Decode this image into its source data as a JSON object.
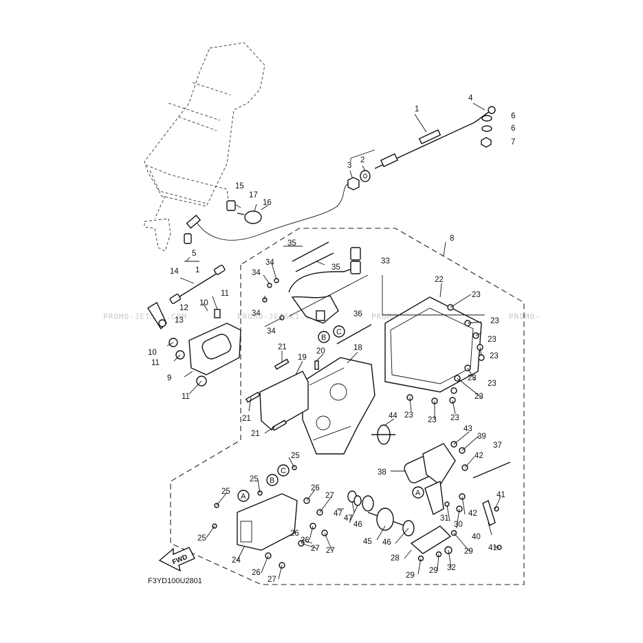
{
  "diagram_code": "F3YD100U2801",
  "fwd_label": "FWD",
  "watermarks": [
    "PROMO-JETSKI.COM",
    "PROMO-JETSKI.COM",
    "PROMO-JETSKI.COM",
    "PROMO-"
  ],
  "ref_letters": [
    "A",
    "B",
    "C"
  ],
  "callouts": [
    {
      "id": "c1",
      "label": "1"
    },
    {
      "id": "c2",
      "label": "2"
    },
    {
      "id": "c3",
      "label": "3"
    },
    {
      "id": "c4",
      "label": "4"
    },
    {
      "id": "c5",
      "label": "5"
    },
    {
      "id": "c5b",
      "label": "1"
    },
    {
      "id": "c6a",
      "label": "6"
    },
    {
      "id": "c6b",
      "label": "6"
    },
    {
      "id": "c7",
      "label": "7"
    },
    {
      "id": "c8",
      "label": "8"
    },
    {
      "id": "c9",
      "label": "9"
    },
    {
      "id": "c10a",
      "label": "10"
    },
    {
      "id": "c10b",
      "label": "10"
    },
    {
      "id": "c11a",
      "label": "11"
    },
    {
      "id": "c11b",
      "label": "11"
    },
    {
      "id": "c11c",
      "label": "11"
    },
    {
      "id": "c12",
      "label": "12"
    },
    {
      "id": "c13",
      "label": "13"
    },
    {
      "id": "c14",
      "label": "14"
    },
    {
      "id": "c15",
      "label": "15"
    },
    {
      "id": "c16",
      "label": "16"
    },
    {
      "id": "c17",
      "label": "17"
    },
    {
      "id": "c18",
      "label": "18"
    },
    {
      "id": "c19",
      "label": "19"
    },
    {
      "id": "c20",
      "label": "20"
    },
    {
      "id": "c21a",
      "label": "21"
    },
    {
      "id": "c21b",
      "label": "21"
    },
    {
      "id": "c21c",
      "label": "21"
    },
    {
      "id": "c22",
      "label": "22"
    },
    {
      "id": "c23a",
      "label": "23"
    },
    {
      "id": "c23b",
      "label": "23"
    },
    {
      "id": "c23c",
      "label": "23"
    },
    {
      "id": "c23d",
      "label": "23"
    },
    {
      "id": "c23e",
      "label": "23"
    },
    {
      "id": "c23f",
      "label": "23"
    },
    {
      "id": "c23g",
      "label": "23"
    },
    {
      "id": "c23h",
      "label": "23"
    },
    {
      "id": "c23i",
      "label": "23"
    },
    {
      "id": "c23j",
      "label": "23"
    },
    {
      "id": "c24",
      "label": "24"
    },
    {
      "id": "c25a",
      "label": "25"
    },
    {
      "id": "c25b",
      "label": "25"
    },
    {
      "id": "c25c",
      "label": "25"
    },
    {
      "id": "c25d",
      "label": "25"
    },
    {
      "id": "c26a",
      "label": "26"
    },
    {
      "id": "c26b",
      "label": "26"
    },
    {
      "id": "c26c",
      "label": "26"
    },
    {
      "id": "c26d",
      "label": "26"
    },
    {
      "id": "c27a",
      "label": "27"
    },
    {
      "id": "c27b",
      "label": "27"
    },
    {
      "id": "c27c",
      "label": "27"
    },
    {
      "id": "c27d",
      "label": "27"
    },
    {
      "id": "c28",
      "label": "28"
    },
    {
      "id": "c29a",
      "label": "29"
    },
    {
      "id": "c29b",
      "label": "29"
    },
    {
      "id": "c29c",
      "label": "29"
    },
    {
      "id": "c30",
      "label": "30"
    },
    {
      "id": "c31",
      "label": "31"
    },
    {
      "id": "c32",
      "label": "32"
    },
    {
      "id": "c33",
      "label": "33"
    },
    {
      "id": "c34a",
      "label": "34"
    },
    {
      "id": "c34b",
      "label": "34"
    },
    {
      "id": "c34c",
      "label": "34"
    },
    {
      "id": "c34d",
      "label": "34"
    },
    {
      "id": "c35a",
      "label": "35"
    },
    {
      "id": "c35b",
      "label": "35"
    },
    {
      "id": "c36",
      "label": "36"
    },
    {
      "id": "c37",
      "label": "37"
    },
    {
      "id": "c38",
      "label": "38"
    },
    {
      "id": "c39",
      "label": "39"
    },
    {
      "id": "c40",
      "label": "40"
    },
    {
      "id": "c41a",
      "label": "41"
    },
    {
      "id": "c41b",
      "label": "41"
    },
    {
      "id": "c42a",
      "label": "42"
    },
    {
      "id": "c42b",
      "label": "42"
    },
    {
      "id": "c43",
      "label": "43"
    },
    {
      "id": "c44",
      "label": "44"
    },
    {
      "id": "c45",
      "label": "45"
    },
    {
      "id": "c46a",
      "label": "46"
    },
    {
      "id": "c46b",
      "label": "46"
    },
    {
      "id": "c47a",
      "label": "47"
    },
    {
      "id": "c47b",
      "label": "47"
    }
  ]
}
